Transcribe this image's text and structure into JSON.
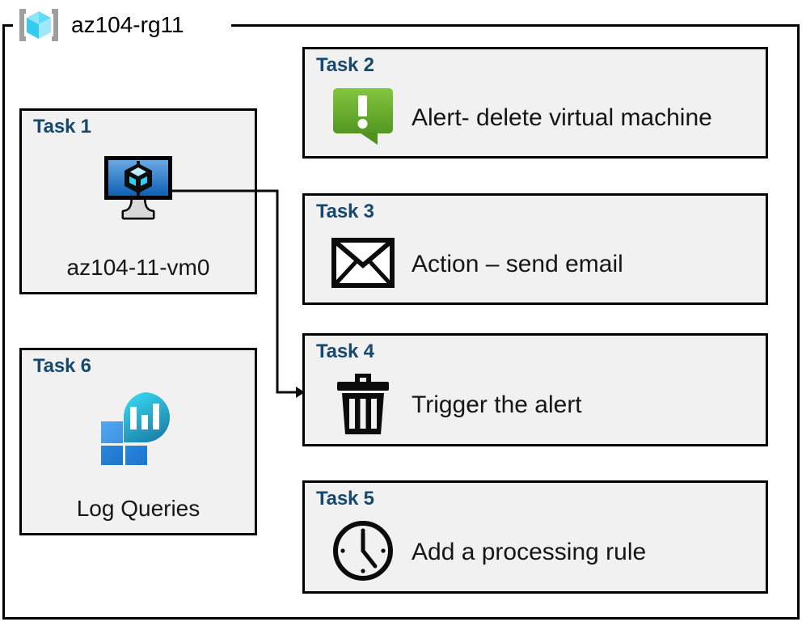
{
  "diagram": {
    "resource_group": {
      "name": "az104-rg11",
      "icon": "resource-group-cube-icon"
    },
    "colors": {
      "task_title": "#17496F",
      "card_fill": "#F1F1F1",
      "card_border": "#000000",
      "alert_green_light": "#7DC242",
      "alert_green_dark": "#5A9C2B",
      "vm_blue_light": "#5E9FDD",
      "vm_blue_dark": "#1263B8",
      "log_tile_blue_light": "#4A9BE8",
      "log_tile_blue_dark": "#1E7BD4",
      "log_blob_cyan": "#30CDE9",
      "log_blob_teal": "#1A7CA6",
      "rg_cube_cyan": "#4FD9F5",
      "rg_cube_pale": "#BFEFFB",
      "rg_bracket_gray": "#9E9E9E"
    },
    "cards": [
      {
        "id": "task-1",
        "title": "Task 1",
        "label": "az104-11-vm0",
        "icon": "virtual-machine-icon",
        "layout": "vertical"
      },
      {
        "id": "task-2",
        "title": "Task 2",
        "label": "Alert- delete virtual machine",
        "icon": "alert-exclamation-icon",
        "layout": "horizontal"
      },
      {
        "id": "task-3",
        "title": "Task 3",
        "label": "Action – send email",
        "icon": "envelope-icon",
        "layout": "horizontal"
      },
      {
        "id": "task-4",
        "title": "Task 4",
        "label": "Trigger the alert",
        "icon": "trash-can-icon",
        "layout": "horizontal"
      },
      {
        "id": "task-5",
        "title": "Task 5",
        "label": "Add a processing rule",
        "icon": "clock-icon",
        "layout": "horizontal"
      },
      {
        "id": "task-6",
        "title": "Task 6",
        "label": "Log Queries",
        "icon": "log-analytics-icon",
        "layout": "vertical"
      }
    ],
    "connector": {
      "from": "task-1-vm-icon",
      "to": "task-4",
      "arrow": "arrowhead-right"
    }
  }
}
